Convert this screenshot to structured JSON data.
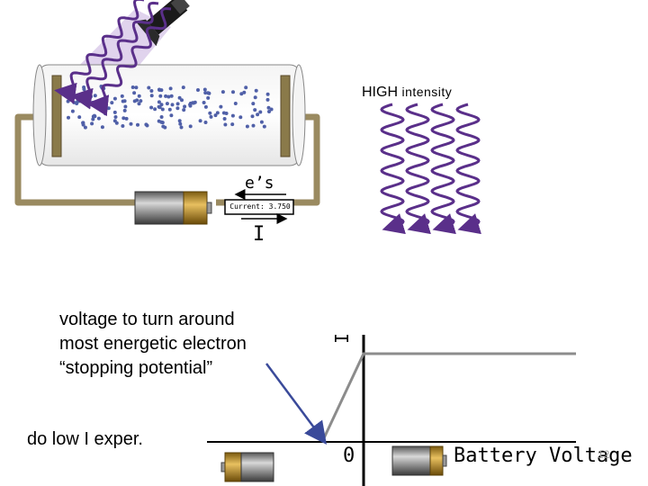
{
  "labels": {
    "high_intensity_prefix": "HIGH",
    "high_intensity_suffix": "intensity",
    "electrons": "e’s",
    "meter": "Current: 3.750",
    "current_symbol": "I",
    "stopping_line1": "voltage to turn around",
    "stopping_line2": "most energetic electron",
    "stopping_line3": "“stopping potential”",
    "low_experiment": "do low I exper.",
    "graph_y_label": "I",
    "graph_zero": "0",
    "graph_x_label": "Battery Voltage",
    "slide_number": "12"
  },
  "colors": {
    "wave": "#5a2f8a",
    "wire": "#9a8a60",
    "plate": "#8a7a4a",
    "electron": "#5060a8",
    "beam": "#d8c8e8",
    "graph_line": "#8c8c8c",
    "arrow": "#3a4a9a"
  },
  "icons": [
    "lamp-icon",
    "battery-icon",
    "meter-icon"
  ]
}
